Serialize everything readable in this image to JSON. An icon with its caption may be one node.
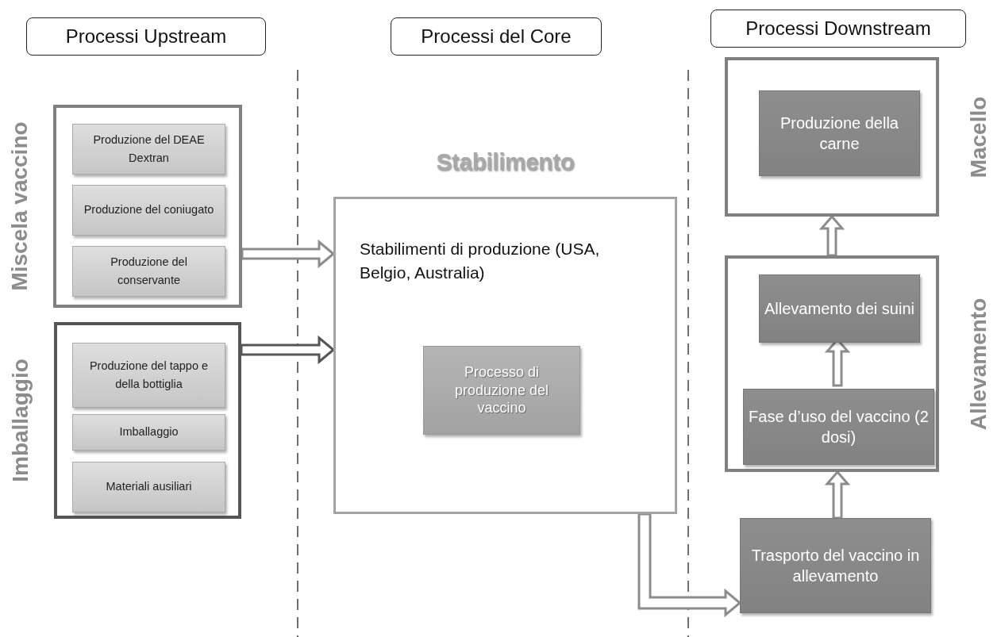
{
  "diagram": {
    "nodes": [
      {
        "text": [
          "Processi Upstream"
        ]
      },
      {
        "text": [
          "Processi del Core"
        ]
      },
      {
        "text": [
          "Processi Downstream"
        ]
      },
      {
        "text": [
          "Miscela vaccino"
        ]
      },
      {
        "text": [
          "Produzione del DEAE Dextran"
        ],
        "in": 3
      },
      {
        "text": [
          "Produzione del coniugato"
        ],
        "in": 3
      },
      {
        "text": [
          "Produzione del conservante"
        ],
        "in": 3
      },
      {
        "text": [
          "Imballaggio"
        ]
      },
      {
        "text": [
          "Produzione del tappo e della bottiglia"
        ],
        "in": 7
      },
      {
        "text": [
          "Imballaggio"
        ],
        "in": 7
      },
      {
        "text": [
          "Materiali ausiliari"
        ],
        "in": 7
      },
      {
        "text": [
          "Stabilimento",
          "Stabilimenti di produzione (USA, Belgio, Australia)"
        ]
      },
      {
        "text": [
          "Processo di produzione del vaccino"
        ],
        "in": 11
      },
      {
        "text": [
          "Macello"
        ]
      },
      {
        "text": [
          "Produzione della carne"
        ],
        "in": 13
      },
      {
        "text": [
          "Allevamento"
        ]
      },
      {
        "text": [
          "Allevamento dei suini"
        ],
        "in": 15
      },
      {
        "text": [
          "Fase d’uso del vaccino (2 dosi)"
        ],
        "in": 15
      },
      {
        "text": [
          "Trasporto del vaccino in allevamento"
        ]
      }
    ],
    "edges": [
      {
        "from": 3,
        "to": 11,
        "arrow": "to"
      },
      {
        "from": 7,
        "to": 11,
        "arrow": "to",
        "color": "#555555"
      },
      {
        "from": 11,
        "to": 18,
        "arrow": "to"
      },
      {
        "from": 18,
        "to": 15,
        "arrow": "to"
      },
      {
        "from": 17,
        "to": 16,
        "arrow": "to"
      },
      {
        "from": 15,
        "to": 13,
        "arrow": "to"
      }
    ]
  }
}
